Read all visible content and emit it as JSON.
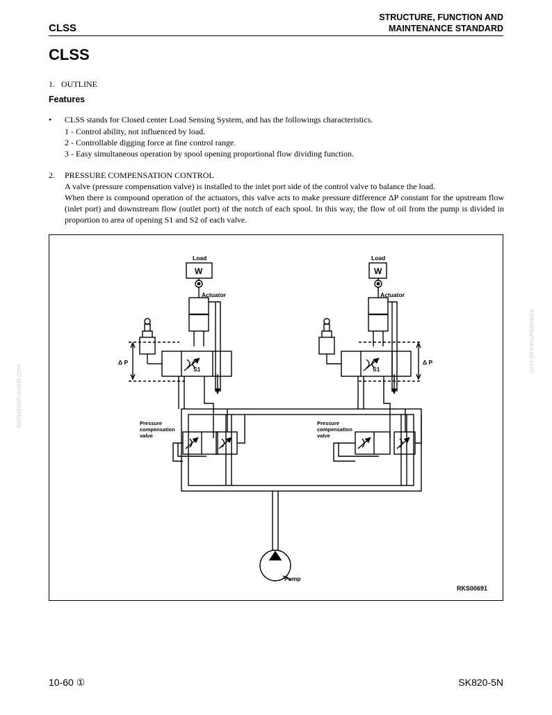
{
  "header": {
    "section_left": "CLSS",
    "section_right_line1": "STRUCTURE, FUNCTION AND",
    "section_right_line2": "MAINTENANCE STANDARD"
  },
  "title": "CLSS",
  "outline": {
    "number": "1.",
    "heading": "OUTLINE"
  },
  "features": {
    "heading": "Features",
    "bullet": "CLSS stands for Closed center Load Sensing System, and has the followings characteristics.",
    "items": [
      "1 - Control ability, not influenced by load.",
      "2 - Controllable digging force at fine control range.",
      "3 - Easy simultaneous operation by spool opening proportional flow dividing function."
    ]
  },
  "pressure_compensation": {
    "number": "2.",
    "heading": "PRESSURE COMPENSATION CONTROL",
    "line1": "A valve (pressure compensation valve) is installed to the inlet port side of the control valve to balance the load.",
    "line2": "When there is compound operation of the actuators, this valve acts to make pressure difference ΔP constant for the upstream flow (inlet port) and downstream flow (outlet port) of the notch of each spool. In this way, the flow of oil from the pump is divided in proportion to area of opening S1 and S2 of each valve."
  },
  "diagram": {
    "load": "Load",
    "weight": "W",
    "actuator": "Actuator",
    "delta_p": "Δ P",
    "s1": "S1",
    "pcv_line1": "Pressure",
    "pcv_line2": "compensation",
    "pcv_line3": "valve",
    "pump": "Pump",
    "ref_code": "RKS00691"
  },
  "watermark": "komatsumanual.com",
  "footer": {
    "page": "10-60 ①",
    "model": "SK820-5N"
  }
}
